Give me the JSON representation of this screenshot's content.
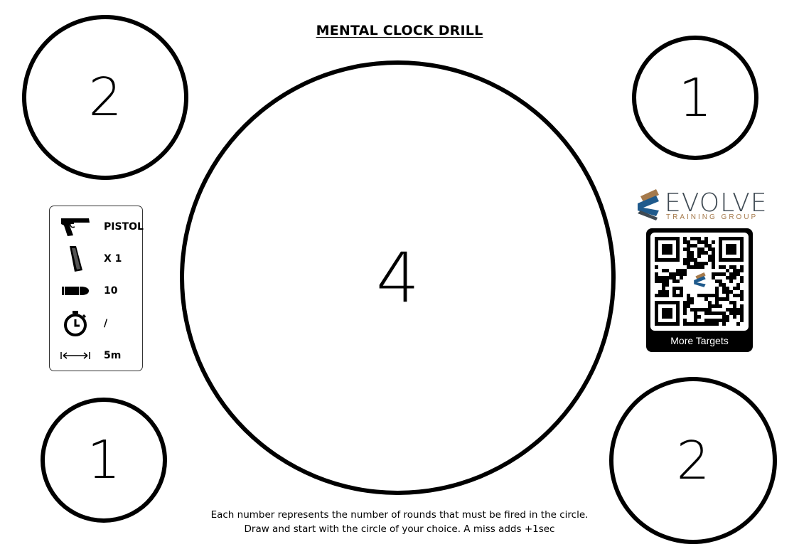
{
  "title": "MENTAL CLOCK DRILL",
  "targets": {
    "top_left": "2",
    "top_right": "1",
    "center": "4",
    "bottom_left": "1",
    "bottom_right": "2"
  },
  "info_card": {
    "weapon": {
      "icon": "pistol-icon",
      "value": "PISTOL"
    },
    "magazines": {
      "icon": "magazine-icon",
      "value": "X 1"
    },
    "rounds": {
      "icon": "bullet-icon",
      "value": "10"
    },
    "time": {
      "icon": "stopwatch-icon",
      "value": "/"
    },
    "distance": {
      "icon": "distance-icon",
      "value": "5m"
    }
  },
  "brand": {
    "name": "EVOLVE",
    "tagline": "TRAINING GROUP",
    "accent": "#a57a4c",
    "primary": "#1f5a8c"
  },
  "qr": {
    "label": "More Targets"
  },
  "instructions": {
    "line1": "Each number represents the number of rounds that must be fired in the circle.",
    "line2": "Draw and start with the circle of your choice. A miss adds +1sec"
  }
}
